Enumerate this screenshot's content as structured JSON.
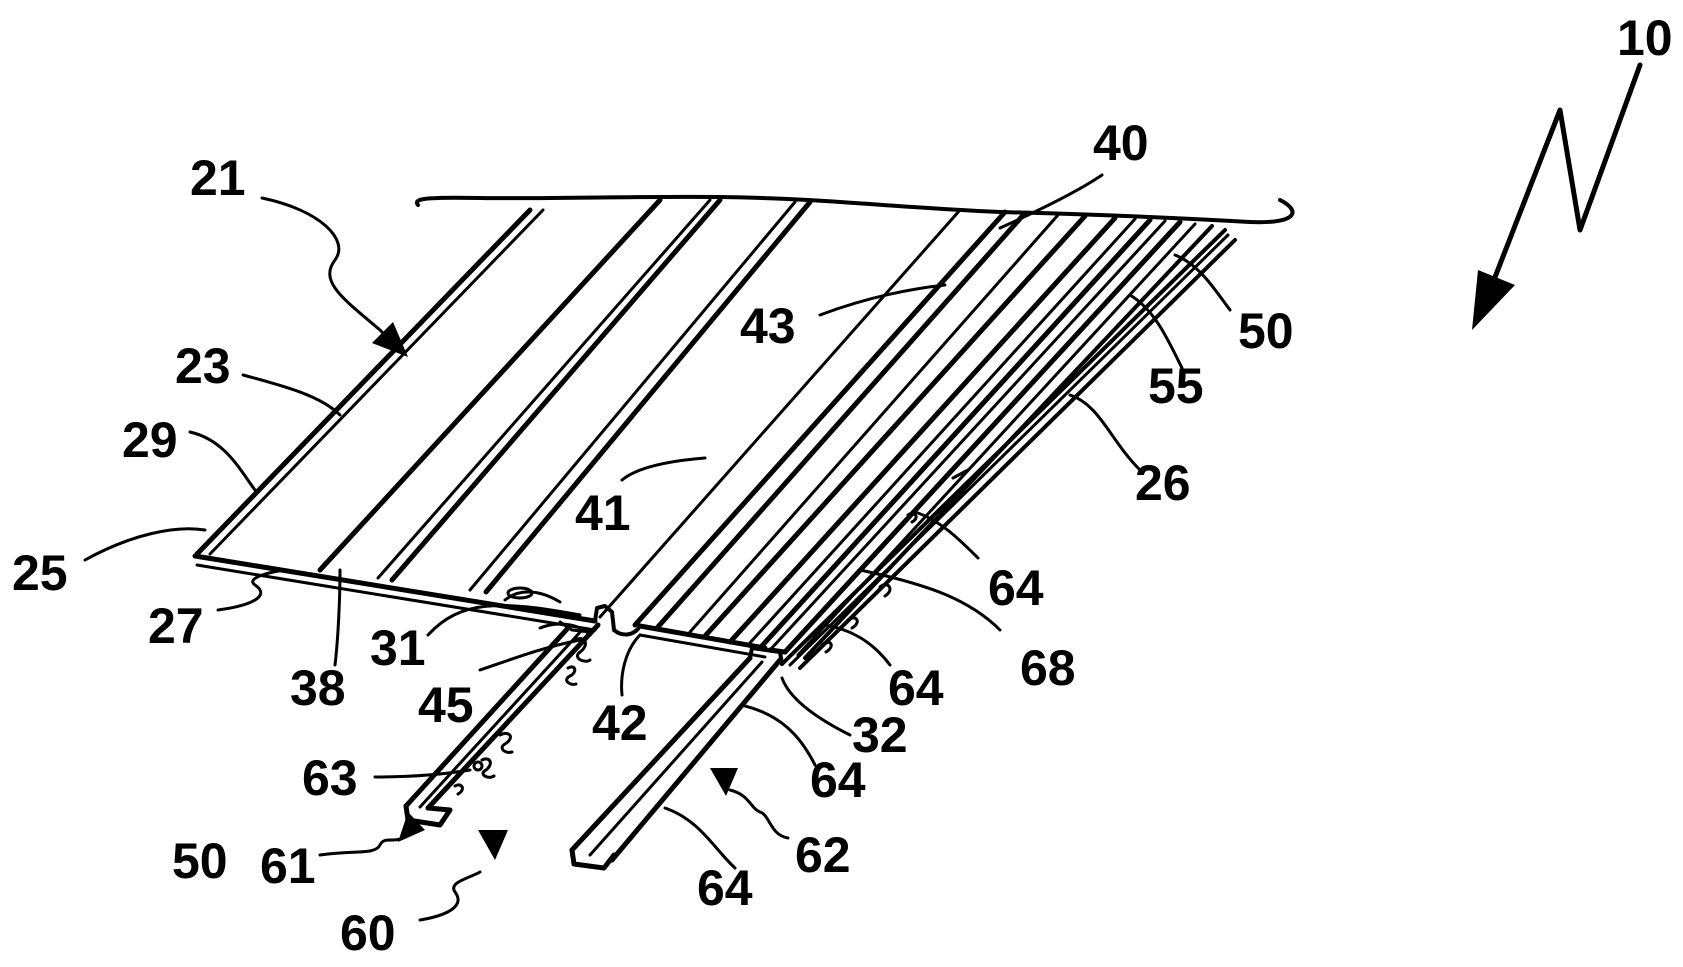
{
  "figure": {
    "labels": [
      {
        "id": "10",
        "text": "10"
      },
      {
        "id": "21",
        "text": "21"
      },
      {
        "id": "23",
        "text": "23"
      },
      {
        "id": "25",
        "text": "25"
      },
      {
        "id": "26",
        "text": "26"
      },
      {
        "id": "27",
        "text": "27"
      },
      {
        "id": "29",
        "text": "29"
      },
      {
        "id": "31",
        "text": "31"
      },
      {
        "id": "32",
        "text": "32"
      },
      {
        "id": "38",
        "text": "38"
      },
      {
        "id": "40",
        "text": "40"
      },
      {
        "id": "41",
        "text": "41"
      },
      {
        "id": "42",
        "text": "42"
      },
      {
        "id": "43",
        "text": "43"
      },
      {
        "id": "45",
        "text": "45"
      },
      {
        "id": "50a",
        "text": "50"
      },
      {
        "id": "50b",
        "text": "50"
      },
      {
        "id": "55",
        "text": "55"
      },
      {
        "id": "60",
        "text": "60"
      },
      {
        "id": "61",
        "text": "61"
      },
      {
        "id": "62",
        "text": "62"
      },
      {
        "id": "63",
        "text": "63"
      },
      {
        "id": "64a",
        "text": "64"
      },
      {
        "id": "64b",
        "text": "64"
      },
      {
        "id": "64c",
        "text": "64"
      },
      {
        "id": "64d",
        "text": "64"
      },
      {
        "id": "68",
        "text": "68"
      }
    ]
  }
}
